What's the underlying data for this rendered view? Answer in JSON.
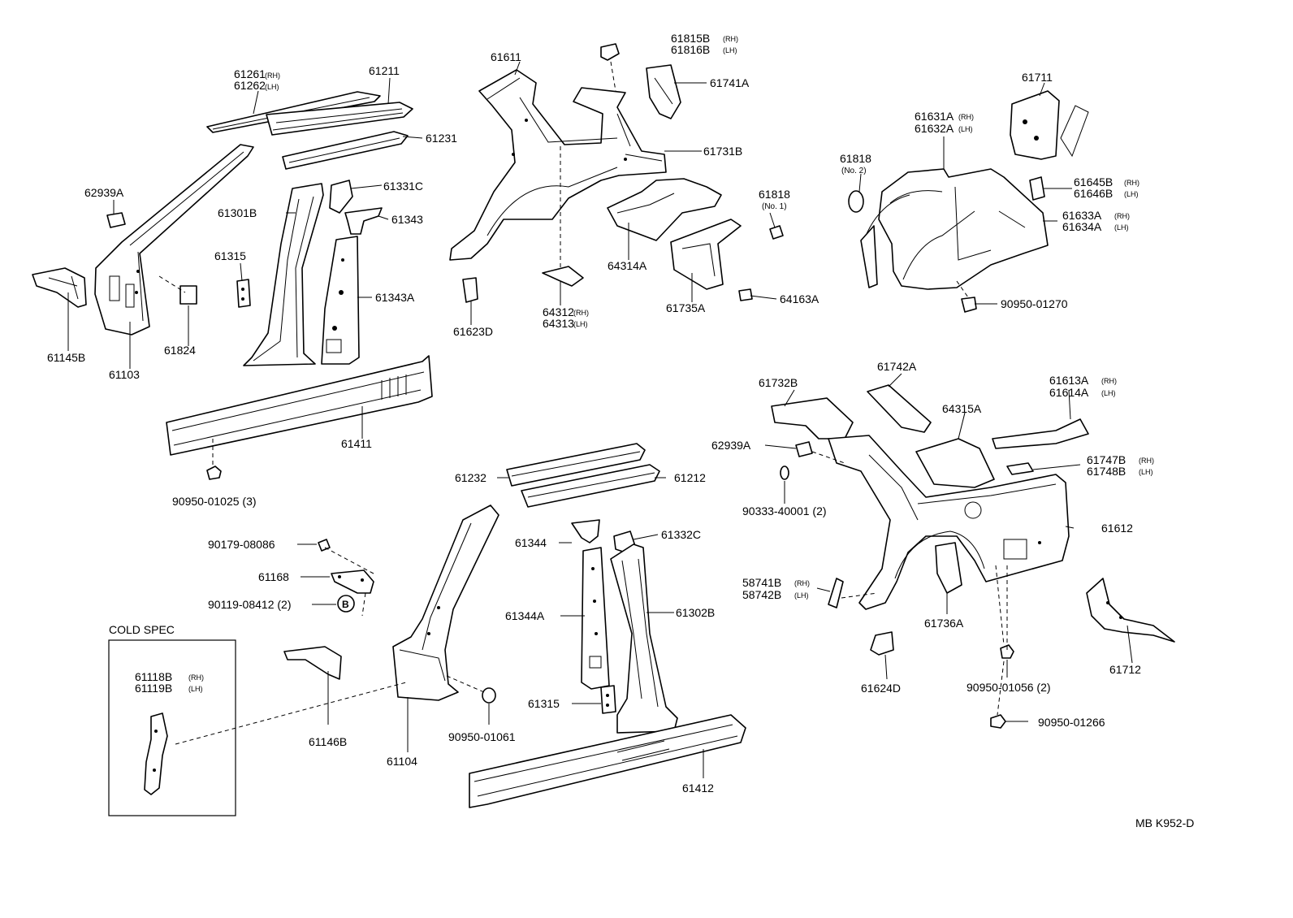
{
  "callouts": {
    "p61261": "61261",
    "p61261_rh": "(RH)",
    "p61262": "61262",
    "p61262_lh": "(LH)",
    "p61211": "61211",
    "p61231": "61231",
    "p62939A_l": "62939A",
    "p61331C": "61331C",
    "p61301B": "61301B",
    "p61343": "61343",
    "p61315_l": "61315",
    "p61343A": "61343A",
    "p61145B": "61145B",
    "p61103": "61103",
    "p61824": "61824",
    "p61411": "61411",
    "p90950_01025": "90950-01025 (3)",
    "p61611": "61611",
    "p61815B": "61815B",
    "p61815B_rh": "(RH)",
    "p61816B": "61816B",
    "p61816B_lh": "(LH)",
    "p61741A": "61741A",
    "p61731B": "61731B",
    "p61818_1": "61818",
    "p61818_1_note": "(No. 1)",
    "p64314A": "64314A",
    "p61623D": "61623D",
    "p64312": "64312",
    "p64312_rh": "(RH)",
    "p64313": "64313",
    "p64313_lh": "(LH)",
    "p61735A": "61735A",
    "p64163A": "64163A",
    "p61711": "61711",
    "p61631A": "61631A",
    "p61631A_rh": "(RH)",
    "p61632A": "61632A",
    "p61632A_lh": "(LH)",
    "p61818_2": "61818",
    "p61818_2_note": "(No. 2)",
    "p61645B": "61645B",
    "p61645B_rh": "(RH)",
    "p61646B": "61646B",
    "p61646B_lh": "(LH)",
    "p61633A": "61633A",
    "p61633A_rh": "(RH)",
    "p61634A": "61634A",
    "p61634A_lh": "(LH)",
    "p90950_01270": "90950-01270",
    "p61232": "61232",
    "p61212": "61212",
    "p90179_08086": "90179-08086",
    "p61168": "61168",
    "p90119_08412": "90119-08412 (2)",
    "circle_b": "B",
    "cold_spec": "COLD SPEC",
    "p61118B": "61118B",
    "p61118B_rh": "(RH)",
    "p61119B": "61119B",
    "p61119B_lh": "(LH)",
    "p61146B": "61146B",
    "p61104": "61104",
    "p90950_01061": "90950-01061",
    "p61344": "61344",
    "p61332C": "61332C",
    "p61344A": "61344A",
    "p61302B": "61302B",
    "p61315_c": "61315",
    "p61412": "61412",
    "p61732B": "61732B",
    "p61742A": "61742A",
    "p64315A": "64315A",
    "p61613A": "61613A",
    "p61613A_rh": "(RH)",
    "p61614A": "61614A",
    "p61614A_lh": "(LH)",
    "p62939A_r": "62939A",
    "p90333_40001": "90333-40001 (2)",
    "p61747B": "61747B",
    "p61747B_rh": "(RH)",
    "p61748B": "61748B",
    "p61748B_lh": "(LH)",
    "p61612": "61612",
    "p58741B": "58741B",
    "p58741B_rh": "(RH)",
    "p58742B": "58742B",
    "p58742B_lh": "(LH)",
    "p61736A": "61736A",
    "p61624D": "61624D",
    "p90950_01056": "90950-01056 (2)",
    "p61712": "61712",
    "p90950_01266": "90950-01266",
    "drawing_code": "MB K952-D"
  }
}
